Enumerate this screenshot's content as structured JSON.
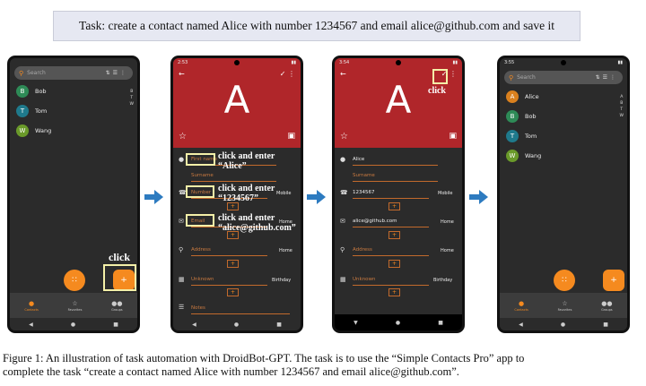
{
  "task": "Task: create a contact named Alice with number 1234567 and email alice@github.com and save it",
  "caption_line1": "Figure 1: An illustration of task automation with DroidBot-GPT. The task is to use the “Simple Contacts Pro” app to",
  "caption_line2": "complete the task “create a contact named Alice with number 1234567 and email alice@github.com”.",
  "colors": {
    "accent": "#f58a1f",
    "header_red": "#b0262a",
    "arrow": "#2d7bc0",
    "highlight": "#f4f0a8"
  },
  "screen1": {
    "search_placeholder": "Search",
    "contacts": [
      {
        "initial": "B",
        "name": "Bob",
        "color": "#2e8b57"
      },
      {
        "initial": "T",
        "name": "Tom",
        "color": "#1f7a8c"
      },
      {
        "initial": "W",
        "name": "Wang",
        "color": "#6a9a2a"
      }
    ],
    "alphabet": "B\nT\nW",
    "nav": [
      "Contacts",
      "Favorites",
      "Groups"
    ],
    "click_note": "click"
  },
  "screen2": {
    "time": "2:53",
    "letter": "A",
    "fields": {
      "first_name": "First name",
      "surname": "Surname",
      "number": "Number",
      "number_type": "Mobile",
      "email": "Email",
      "email_type": "Home",
      "address": "Address",
      "address_type": "Home",
      "unknown": "Unknown",
      "birthday": "Birthday",
      "notes": "Notes"
    },
    "notes": {
      "name_line1": "click and enter",
      "name_line2": "“Alice”",
      "number_line1": "click and enter",
      "number_line2": "“1234567”",
      "email_line1": "click and enter",
      "email_line2": "“alice@github.com”"
    }
  },
  "screen3": {
    "time": "3:54",
    "letter": "A",
    "name_value": "Alice",
    "surname": "Surname",
    "number_value": "1234567",
    "number_type": "Mobile",
    "email_value": "alice@github.com",
    "email_type": "Home",
    "address": "Address",
    "address_type": "Home",
    "unknown": "Unknown",
    "birthday": "Birthday",
    "click_note": "click"
  },
  "screen4": {
    "time": "3:55",
    "search_placeholder": "Search",
    "contacts": [
      {
        "initial": "A",
        "name": "Alice",
        "color": "#d9801e"
      },
      {
        "initial": "B",
        "name": "Bob",
        "color": "#2e8b57"
      },
      {
        "initial": "T",
        "name": "Tom",
        "color": "#1f7a8c"
      },
      {
        "initial": "W",
        "name": "Wang",
        "color": "#6a9a2a"
      }
    ],
    "alphabet": "A\nB\nT\nW",
    "nav": [
      "Contacts",
      "Favorites",
      "Groups"
    ]
  }
}
